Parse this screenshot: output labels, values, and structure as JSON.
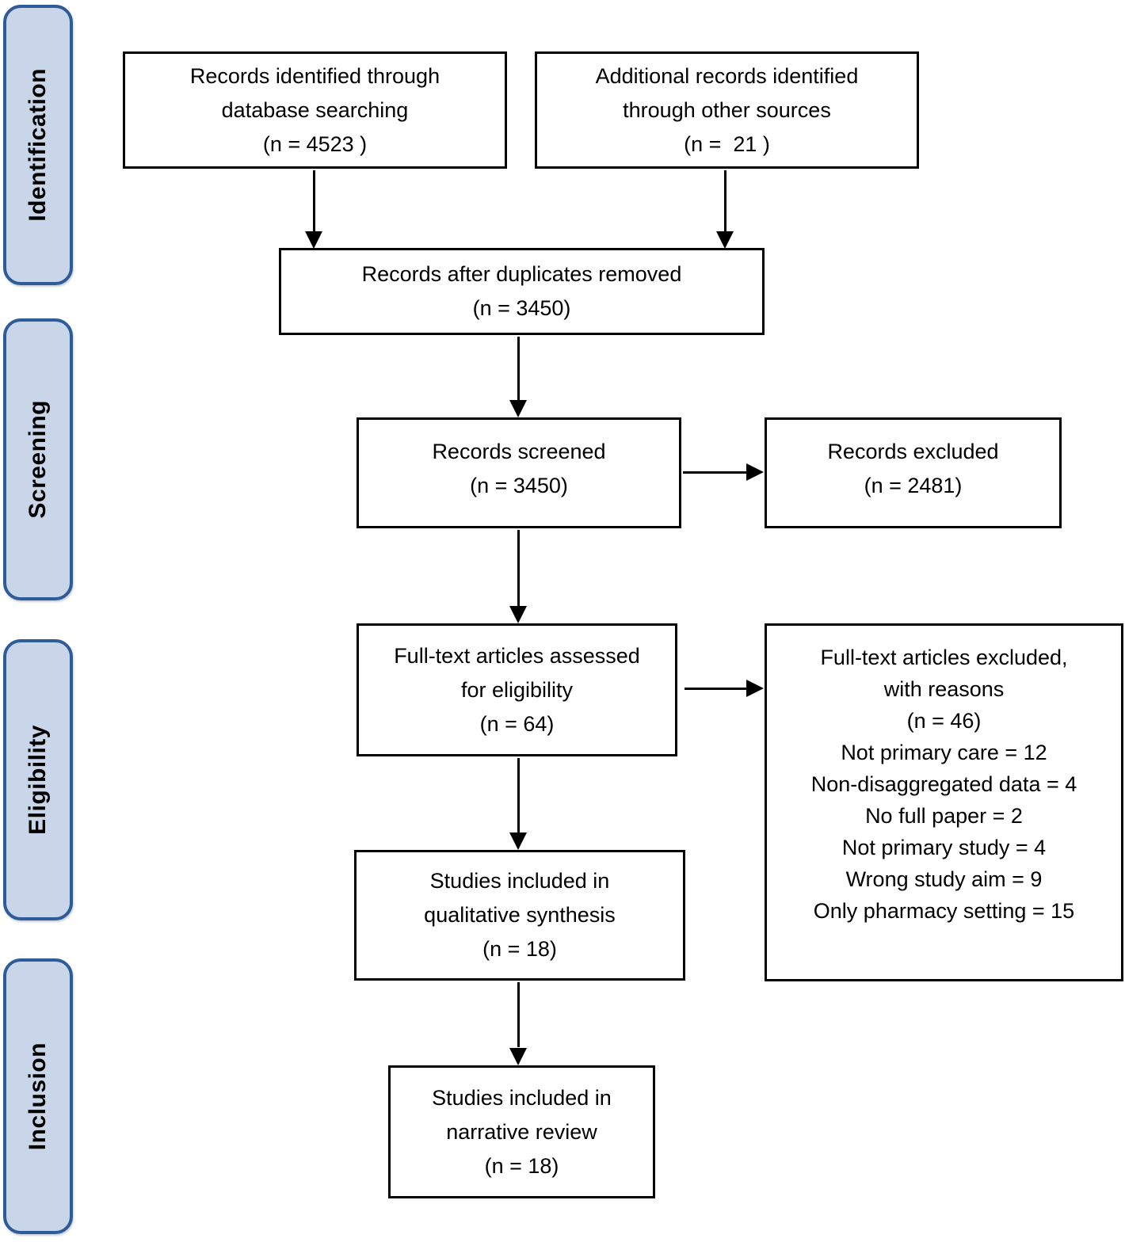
{
  "stages": [
    {
      "label": "Identification"
    },
    {
      "label": "Screening"
    },
    {
      "label": "Eligibility"
    },
    {
      "label": "Inclusion"
    }
  ],
  "boxes": {
    "identified_database": {
      "lines": [
        "Records identified through",
        "database searching",
        "(n = 4523 )"
      ]
    },
    "identified_other": {
      "lines": [
        "Additional records identified",
        "through other sources",
        "(n =  21 )"
      ]
    },
    "after_duplicates": {
      "lines": [
        "Records after duplicates removed",
        "(n = 3450)"
      ]
    },
    "screened": {
      "lines": [
        "Records screened",
        "(n = 3450)"
      ]
    },
    "records_excluded": {
      "lines": [
        "Records excluded",
        "(n = 2481)"
      ]
    },
    "fulltext_assessed": {
      "lines": [
        "Full-text articles assessed",
        "for eligibility",
        "(n = 64)"
      ]
    },
    "fulltext_excluded": {
      "lines": [
        "Full-text articles excluded,",
        "with reasons",
        "(n = 46)",
        "Not primary care = 12",
        "Non-disaggregated data = 4",
        "No full paper = 2",
        "Not primary study = 4",
        "Wrong study aim = 9",
        "Only pharmacy setting = 15"
      ]
    },
    "qualitative_synthesis": {
      "lines": [
        "Studies included in",
        "qualitative synthesis",
        "(n = 18)"
      ]
    },
    "narrative_review": {
      "lines": [
        "Studies included in",
        "narrative review",
        "(n = 18)"
      ]
    }
  },
  "colors": {
    "stage_fill": "#c9d6ea",
    "stage_border": "#2e5c99",
    "box_border": "#000000",
    "arrow": "#000000"
  }
}
